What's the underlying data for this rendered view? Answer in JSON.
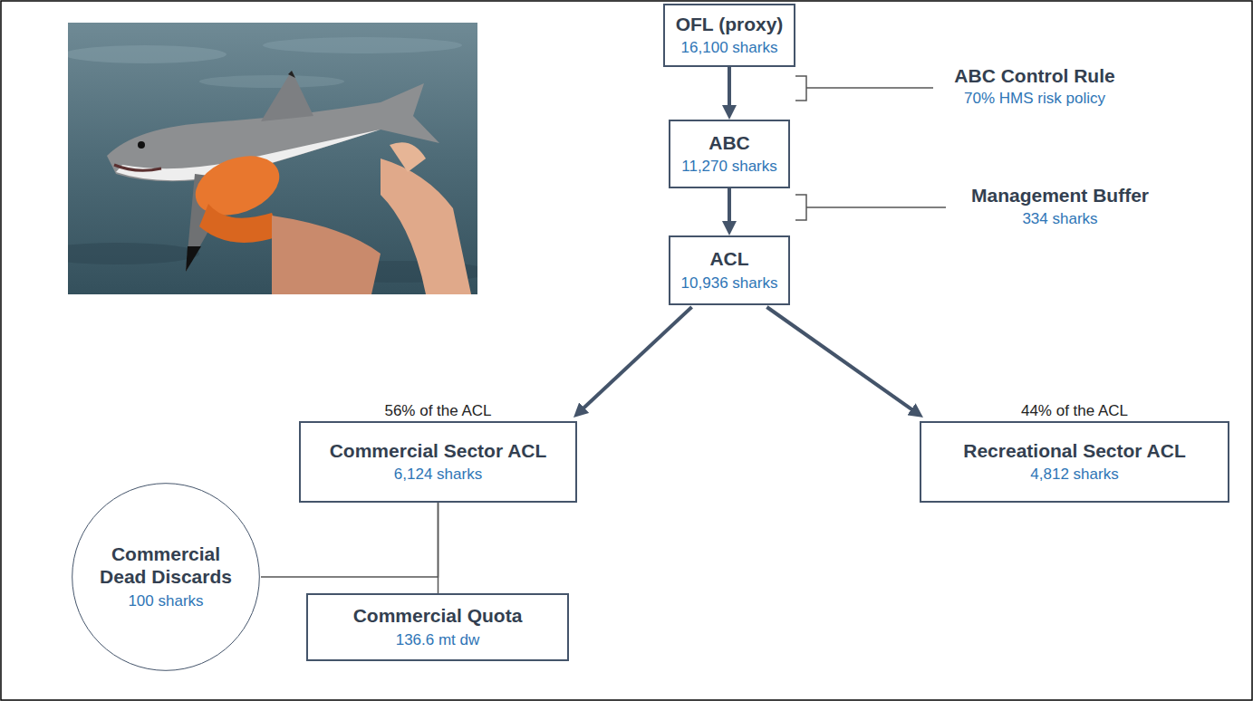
{
  "diagram": {
    "nodes": [
      {
        "text": [
          "OFL (proxy)",
          "16,100 sharks"
        ]
      },
      {
        "text": [
          "ABC",
          "11,270 sharks"
        ]
      },
      {
        "text": [
          "ACL",
          "10,936 sharks"
        ]
      },
      {
        "text": [
          "56% of the ACL",
          "Commercial Sector ACL",
          "6,124 sharks"
        ]
      },
      {
        "text": [
          "44% of the ACL",
          "Recreational Sector ACL",
          "4,812 sharks"
        ]
      },
      {
        "text": [
          "Commercial Dead Discards",
          "100 sharks"
        ]
      },
      {
        "text": [
          "Commercial Quota",
          "136.6 mt dw"
        ]
      }
    ],
    "edges": [
      {
        "from": 0,
        "to": 1,
        "arrow": "to"
      },
      {
        "from": 1,
        "to": 2,
        "arrow": "to"
      },
      {
        "from": 2,
        "to": 3,
        "arrow": "to"
      },
      {
        "from": 2,
        "to": 4,
        "arrow": "to"
      },
      {
        "from": 3,
        "to": 5,
        "arrow": "none"
      },
      {
        "from": 3,
        "to": 6,
        "arrow": "none"
      }
    ],
    "labels": [
      "ABC Control Rule",
      "70% HMS risk policy",
      "Management Buffer",
      "334 sharks"
    ]
  }
}
